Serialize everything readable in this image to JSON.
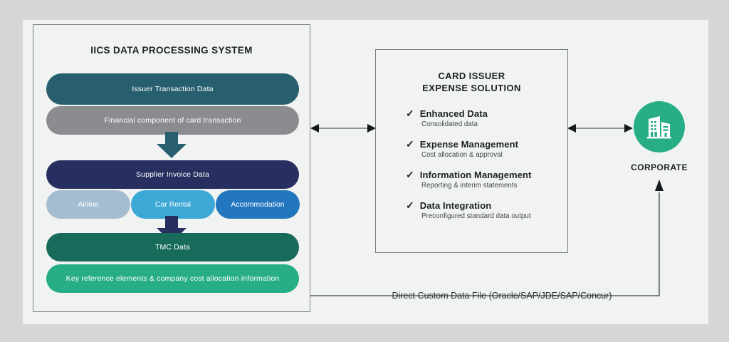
{
  "diagram": {
    "background_color": "#d6d6d6",
    "canvas_color": "#f1f3f2"
  },
  "left_panel": {
    "title": "IICS DATA PROCESSING SYSTEM",
    "pills": [
      {
        "label": "Issuer Transaction Data",
        "color": "#275f6e"
      },
      {
        "label": "Financial component of card transaction",
        "color": "#8a8c90"
      },
      {
        "label": "Supplier Invoice Data",
        "color": "#262f5f"
      },
      {
        "label": "TMC Data",
        "color": "#186b5b"
      },
      {
        "label": "Key reference elements & company cost allocation information",
        "color": "#27ae87"
      }
    ],
    "subpills": [
      {
        "label": "Airline",
        "color": "#a5bdd1"
      },
      {
        "label": "Car Rental",
        "color": "#3ba8d6"
      },
      {
        "label": "Accommodation",
        "color": "#2277be"
      }
    ],
    "arrows": [
      {
        "name": "teal-down-arrow",
        "color": "#275f6e"
      },
      {
        "name": "navy-down-arrow",
        "color": "#262f5f"
      }
    ]
  },
  "center_panel": {
    "title_line1": "CARD ISSUER",
    "title_line2": "EXPENSE SOLUTION",
    "check_glyph": "✓",
    "features": [
      {
        "title": "Enhanced Data",
        "subtitle": "Consolidated data"
      },
      {
        "title": "Expense Management",
        "subtitle": "Cost allocation & approval"
      },
      {
        "title": "Information Management",
        "subtitle": "Reporting & interim statements"
      },
      {
        "title": "Data Integration",
        "subtitle": "Preconfigured standard data output"
      }
    ]
  },
  "corporate": {
    "label": "CORPORATE",
    "icon": "office-building-icon",
    "circle_color": "#27ae87"
  },
  "connectors": {
    "left_arrow": "bidirectional-arrow",
    "right_arrow": "bidirectional-arrow",
    "bottom_label": "Direct Custom Data File (Oracle/SAP/JDE/SAP/Concur)"
  }
}
